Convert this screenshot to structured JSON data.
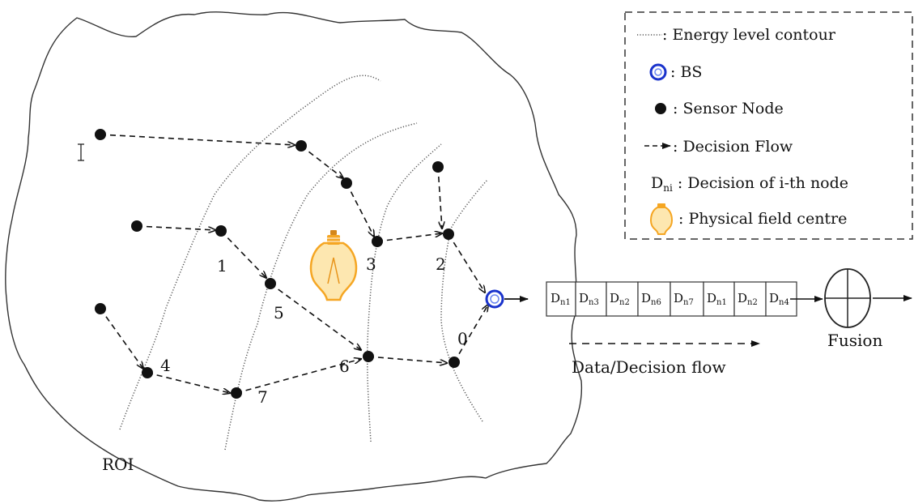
{
  "roi_label": "ROI",
  "node_labels": [
    "1",
    "5",
    "3",
    "2",
    "0",
    "6",
    "7",
    "4"
  ],
  "legend": {
    "contour": ": Energy level contour",
    "bs": ": BS",
    "sensor": ": Sensor Node",
    "flow": ": Decision Flow",
    "decision_prefix": "D",
    "decision_sub": "ni",
    "decision_text": " : Decision of i-th node",
    "field": ": Physical field centre"
  },
  "queue": {
    "cells": [
      {
        "main": "D",
        "sub": "n1"
      },
      {
        "main": "D",
        "sub": "n3"
      },
      {
        "main": "D",
        "sub": "n2"
      },
      {
        "main": "D",
        "sub": "n6"
      },
      {
        "main": "D",
        "sub": "n7"
      },
      {
        "main": "D",
        "sub": "n1"
      },
      {
        "main": "D",
        "sub": "n2"
      },
      {
        "main": "D",
        "sub": "n4"
      }
    ]
  },
  "flow_label": "Data/Decision flow",
  "fusion_label": "Fusion",
  "colors": {
    "bs": "#1a33cc",
    "bulb": "#f5a623",
    "bulb_fill": "#fde7b0",
    "node": "#111111"
  },
  "icons": [
    "bulb-icon",
    "bs-icon",
    "text-cursor-icon"
  ]
}
